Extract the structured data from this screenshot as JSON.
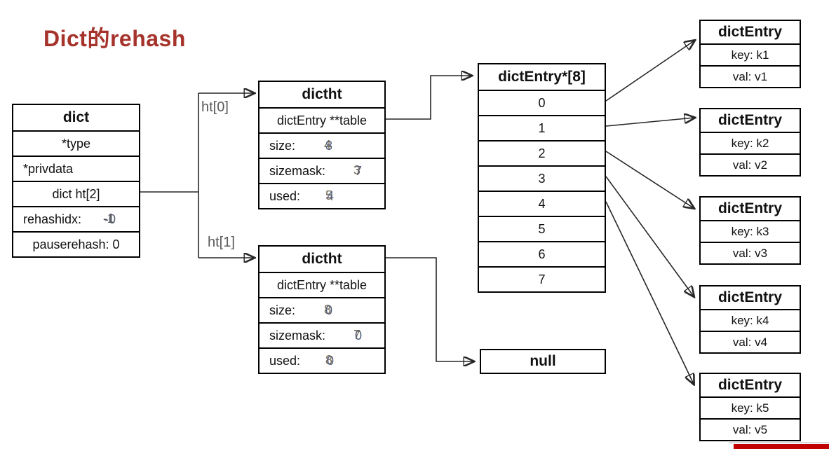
{
  "title": "Dict的rehash",
  "colors": {
    "title": "#A6332B",
    "footer_bar": "#C00000",
    "pointer_label": "#595959",
    "box_border": "#000000"
  },
  "pointer_labels": {
    "ht0": "ht[0]",
    "ht1": "ht[1]"
  },
  "dict_box": {
    "header": "dict",
    "type_row": "*type",
    "privdata_row": "*privdata",
    "ht_row": "dict ht[2]",
    "rehashidx_label": "rehashidx:",
    "rehashidx_old": "-1",
    "rehashidx_new": "-0",
    "pauserehash_row": "pauserehash: 0"
  },
  "dictht0": {
    "header": "dictht",
    "table_row": "dictEntry **table",
    "size_label": "size:",
    "size_old": "4",
    "size_new": "8",
    "sizemask_label": "sizemask:",
    "sizemask_old": "3",
    "sizemask_new": "7",
    "used_label": "used:",
    "used_old": "5",
    "used_new": "4"
  },
  "dictht1": {
    "header": "dictht",
    "table_row": "dictEntry **table",
    "size_label": "size:",
    "size_old": "8",
    "size_new": "0",
    "sizemask_label": "sizemask:",
    "sizemask_old": "7",
    "sizemask_new": "0",
    "used_label": "used:",
    "used_old": "8",
    "used_new": "0"
  },
  "hash_table": {
    "header": "dictEntry*[8]",
    "slots": [
      "0",
      "1",
      "2",
      "3",
      "4",
      "5",
      "6",
      "7"
    ]
  },
  "null_box": {
    "label": "null"
  },
  "entries": [
    {
      "header": "dictEntry",
      "key": "key: k1",
      "val": "val: v1"
    },
    {
      "header": "dictEntry",
      "key": "key: k2",
      "val": "val: v2"
    },
    {
      "header": "dictEntry",
      "key": "key: k3",
      "val": "val: v3"
    },
    {
      "header": "dictEntry",
      "key": "key: k4",
      "val": "val: v4"
    },
    {
      "header": "dictEntry",
      "key": "key: k5",
      "val": "val: v5"
    }
  ]
}
